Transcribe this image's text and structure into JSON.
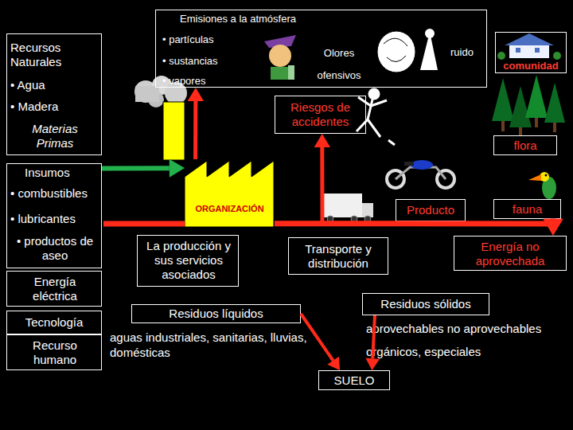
{
  "diagram": {
    "nodes": [
      {
        "text": [
          "Emisiones a la atmósfera",
          "• partículas",
          "• sustancias",
          "• vapores",
          "Olores ofensivos",
          "ruido"
        ]
      },
      {
        "text": [
          "Recursos Naturales",
          "• Agua",
          "• Madera",
          "Materias Primas"
        ]
      },
      {
        "text": [
          "comunidad"
        ]
      },
      {
        "text": [
          "Riesgos de accidentes"
        ]
      },
      {
        "text": [
          "flora"
        ]
      },
      {
        "text": [
          "Insumos",
          "• combustibles",
          "• lubricantes",
          "• productos de aseo"
        ]
      },
      {
        "text": [
          "ORGANIZACIÓN"
        ]
      },
      {
        "text": [
          "Producto"
        ]
      },
      {
        "text": [
          "fauna"
        ]
      },
      {
        "text": [
          "Energía eléctrica"
        ]
      },
      {
        "text": [
          "La producción y sus servicios asociados"
        ]
      },
      {
        "text": [
          "Transporte y distribución"
        ]
      },
      {
        "text": [
          "Energía no aprovechada"
        ]
      },
      {
        "text": [
          "Residuos líquidos"
        ]
      },
      {
        "text": [
          "Residuos sólidos"
        ]
      },
      {
        "text": [
          "Tecnología"
        ]
      },
      {
        "text": [
          "Recurso humano"
        ]
      },
      {
        "text": [
          "SUELO"
        ]
      }
    ],
    "edges": [
      {
        "from": 5,
        "to": 6,
        "arrow": "to"
      },
      {
        "from": 6,
        "to": 0,
        "arrow": "to"
      },
      {
        "from": 6,
        "to": 3,
        "arrow": "to"
      },
      {
        "from": 6,
        "to": 12,
        "arrow": "to"
      },
      {
        "from": 13,
        "to": 17,
        "arrow": "to"
      },
      {
        "from": 14,
        "to": 17,
        "arrow": "to"
      }
    ],
    "labels": [
      "aguas industriales, sanitarias, lluvias, domésticas",
      "aprovechables no aprovechables",
      "orgánicos, especiales"
    ]
  }
}
